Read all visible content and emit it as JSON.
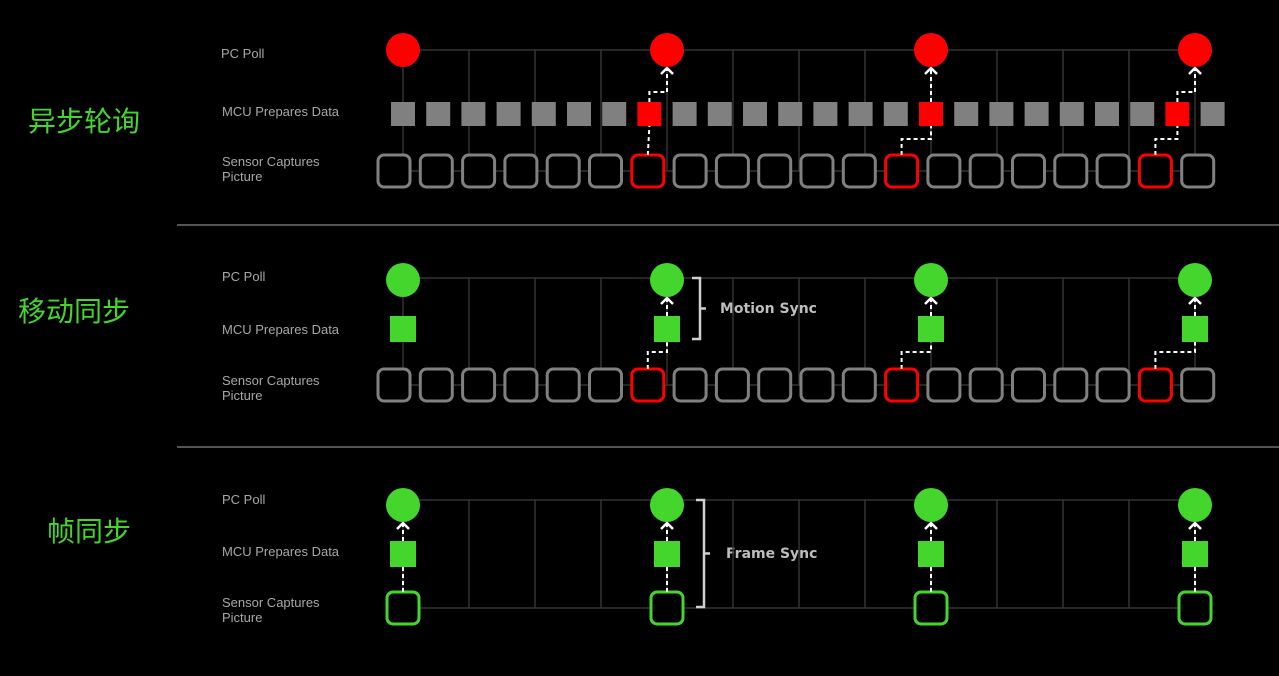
{
  "colors": {
    "background": "#000000",
    "accent_green": "#44d62c",
    "highlight_red": "#ff0000",
    "idle_gray": "#808080",
    "grid_line": "#333333",
    "arrow": "#ffffff",
    "label_text": "#a8a8a8"
  },
  "row_labels": {
    "poll": "PC Poll",
    "mcu": "MCU Prepares Data",
    "sensor_line1": "Sensor Captures",
    "sensor_line2": "Picture"
  },
  "sections": [
    {
      "id": "async-polling",
      "title": "异步轮询",
      "bracket_label": "",
      "poll_color": "red",
      "poll_count": 4,
      "mcu_count": 24,
      "mcu_highlight_indices": [
        7,
        15,
        22
      ],
      "mcu_shown": "all",
      "sensor_count": 20,
      "sensor_highlight_indices": [
        6,
        12,
        18
      ],
      "sensor_style": "gray-with-red"
    },
    {
      "id": "motion-sync",
      "title": "移动同步",
      "bracket_label": "Motion Sync",
      "poll_color": "green",
      "poll_count": 4,
      "mcu_shown": "at-polls",
      "sensor_count": 20,
      "sensor_highlight_indices": [
        6,
        12,
        18
      ],
      "sensor_style": "gray-with-red"
    },
    {
      "id": "frame-sync",
      "title": "帧同步",
      "bracket_label": "Frame Sync",
      "poll_color": "green",
      "poll_count": 4,
      "mcu_shown": "at-polls",
      "sensor_style": "green-at-polls"
    }
  ]
}
